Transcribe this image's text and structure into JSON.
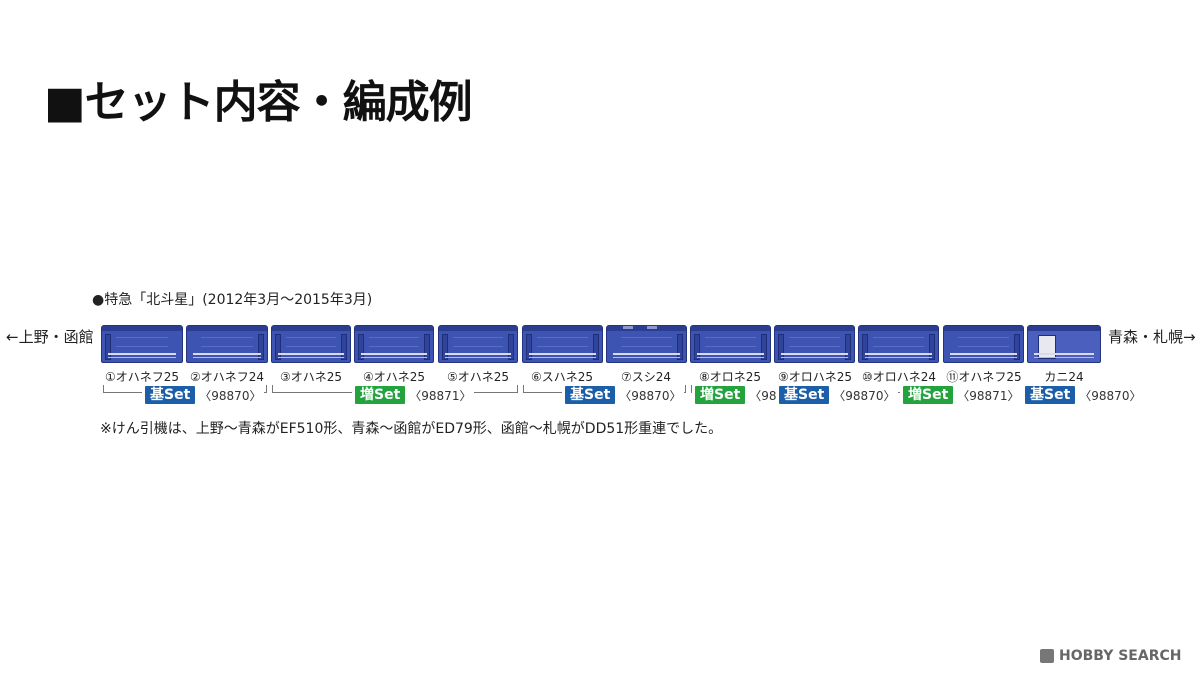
{
  "heading": "■セット内容・編成例",
  "train_title": "●特急「北斗星」(2012年3月〜2015年3月)",
  "direction_left": "←上野・函館",
  "direction_right": "青森・札幌→",
  "cars": [
    {
      "label": "①オハネフ25"
    },
    {
      "label": "②オハネフ24"
    },
    {
      "label": "③オハネ25"
    },
    {
      "label": "④オハネ25"
    },
    {
      "label": "⑤オハネ25"
    },
    {
      "label": "⑥スハネ25"
    },
    {
      "label": "⑦スシ24"
    },
    {
      "label": "⑧オロネ25"
    },
    {
      "label": "⑨オロハネ25"
    },
    {
      "label": "⑩オロハネ24"
    },
    {
      "label": "⑪オハネフ25"
    },
    {
      "label": "カニ24"
    }
  ],
  "sets": [
    {
      "badge": "基Set",
      "code": "〈98870〉",
      "color": "#1c5fa8"
    },
    {
      "badge": "増Set",
      "code": "〈98871〉",
      "color": "#23a23e"
    },
    {
      "badge": "基Set",
      "code": "〈98870〉",
      "color": "#1c5fa8"
    },
    {
      "badge": "増Set",
      "code": "〈98871〉",
      "color": "#23a23e"
    },
    {
      "badge": "基Set",
      "code": "〈98870〉",
      "color": "#1c5fa8"
    },
    {
      "badge": "増Set",
      "code": "〈98871〉",
      "color": "#23a23e"
    },
    {
      "badge": "基Set",
      "code": "〈98870〉",
      "color": "#1c5fa8"
    }
  ],
  "note": "※けん引機は、上野〜青森がEF510形、青森〜函館がED79形、函館〜札幌がDD51形重連でした。",
  "watermark": "HOBBY SEARCH",
  "car_color": "#3e54b2"
}
